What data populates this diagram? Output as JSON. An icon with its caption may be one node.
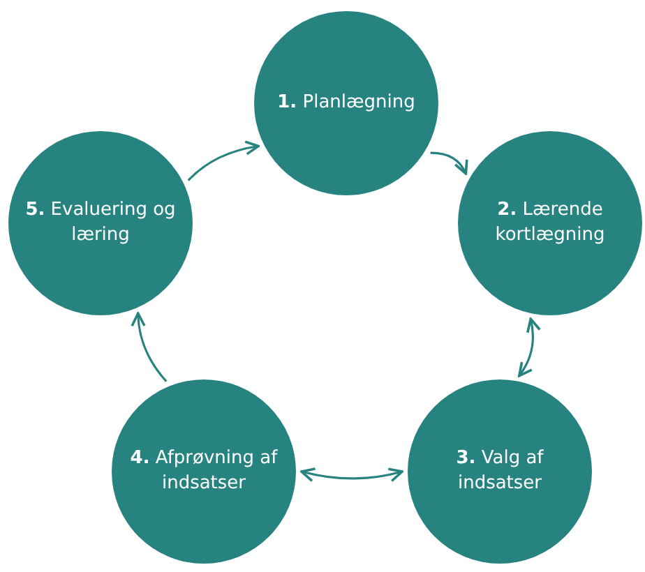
{
  "diagram": {
    "nodes": [
      {
        "text": [
          "**1.** Planlægning"
        ]
      },
      {
        "text": [
          "**2.** Lærende kortlægning"
        ]
      },
      {
        "text": [
          "**3.** Valg af indsatser"
        ]
      },
      {
        "text": [
          "**4.** Afprøvning af indsatser"
        ]
      },
      {
        "text": [
          "**5.** Evaluering og læring"
        ]
      }
    ],
    "edges": [
      {
        "from": 4,
        "to": 0,
        "arrow": "to"
      },
      {
        "from": 0,
        "to": 1,
        "arrow": "to"
      },
      {
        "from": 1,
        "to": 2,
        "arrow": "both"
      },
      {
        "from": 2,
        "to": 3,
        "arrow": "both"
      },
      {
        "from": 3,
        "to": 4,
        "arrow": "to"
      }
    ]
  }
}
